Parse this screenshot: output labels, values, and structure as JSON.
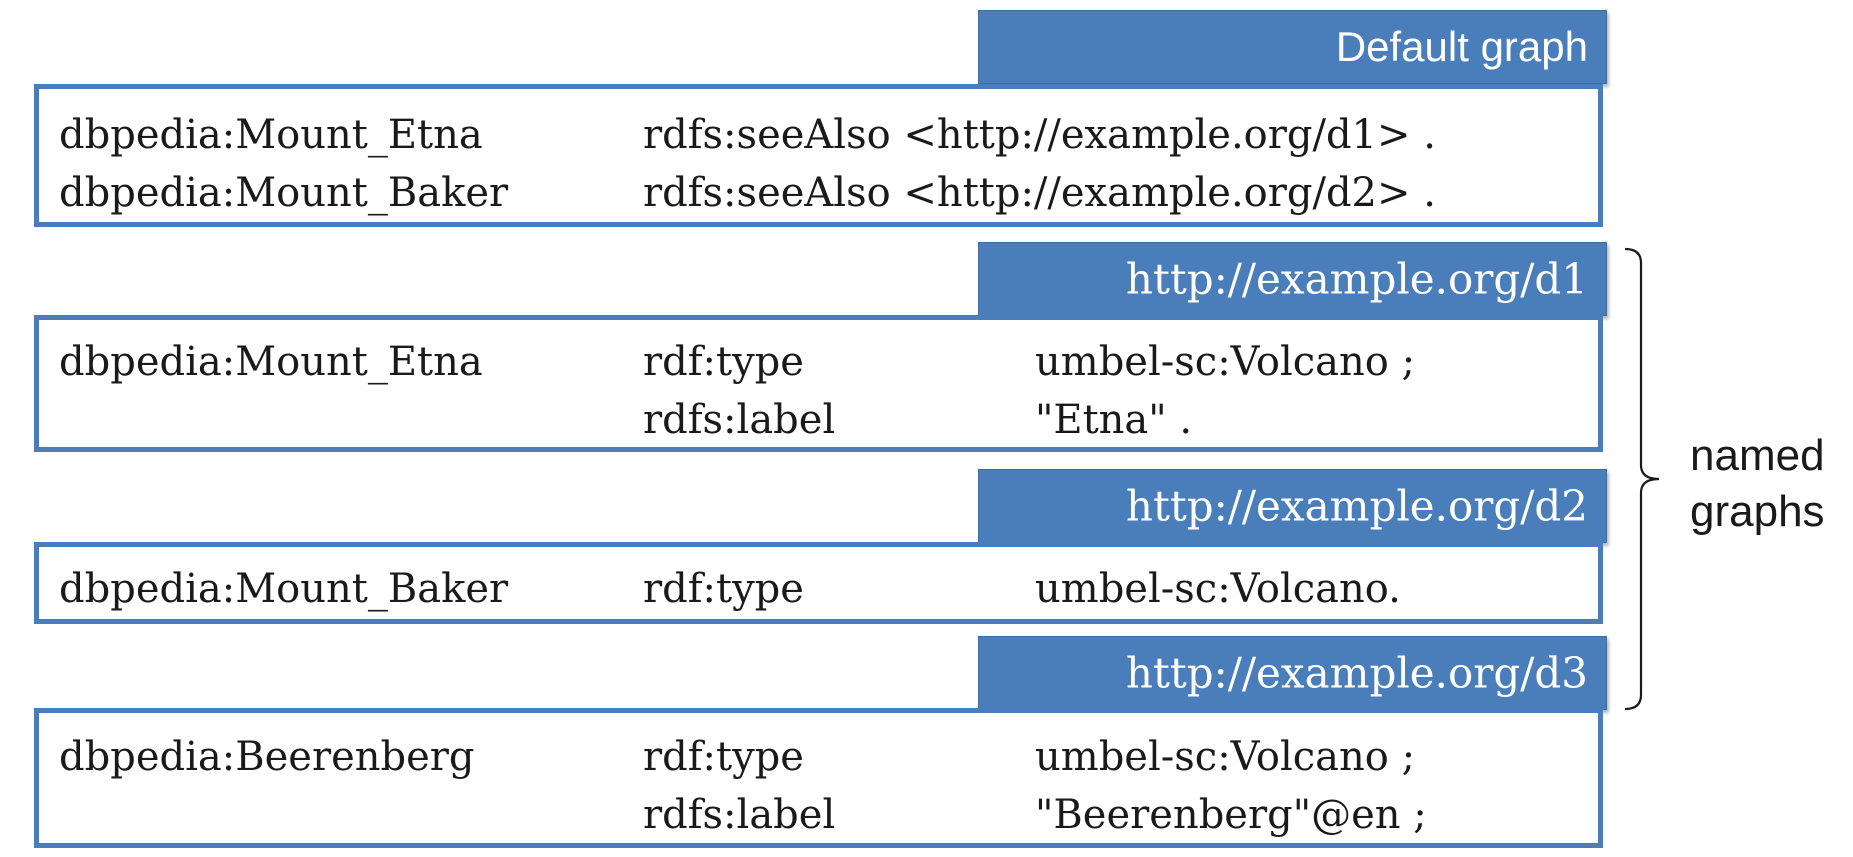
{
  "default_graph": {
    "label": "Default graph",
    "rows": [
      {
        "subject": "dbpedia:Mount_Etna",
        "predicate_object": "rdfs:seeAlso <http://example.org/d1> ."
      },
      {
        "subject": "dbpedia:Mount_Baker",
        "predicate_object": "rdfs:seeAlso <http://example.org/d2> ."
      }
    ]
  },
  "named_graphs": [
    {
      "label": "http://example.org/d1",
      "rows": [
        {
          "subject": "dbpedia:Mount_Etna",
          "predicate": "rdf:type",
          "object": "umbel-sc:Volcano ;"
        },
        {
          "subject": "",
          "predicate": "rdfs:label",
          "object": "\"Etna\" ."
        }
      ]
    },
    {
      "label": "http://example.org/d2",
      "rows": [
        {
          "subject": "dbpedia:Mount_Baker",
          "predicate": "rdf:type",
          "object": "umbel-sc:Volcano."
        }
      ]
    },
    {
      "label": "http://example.org/d3",
      "rows": [
        {
          "subject": "dbpedia:Beerenberg",
          "predicate": "rdf:type",
          "object": "umbel-sc:Volcano ;"
        },
        {
          "subject": "",
          "predicate": "rdfs:label",
          "object": "\"Beerenberg\"@en ;"
        }
      ]
    }
  ],
  "brace_label": {
    "line1": "named",
    "line2": "graphs"
  },
  "colors": {
    "accent": "#4a7ebb",
    "text": "#1a1a1a",
    "tab_text": "#ffffff"
  }
}
